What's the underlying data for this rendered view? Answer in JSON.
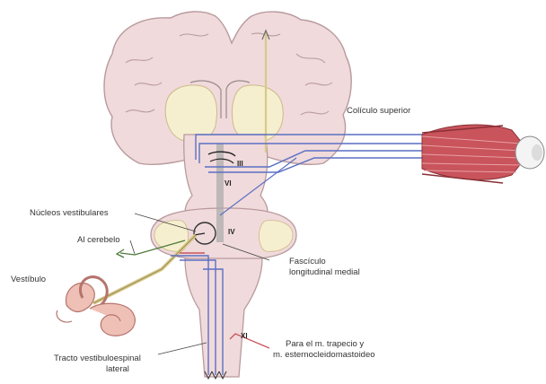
{
  "labels": {
    "coliculo_superior": "Colículo superior",
    "nucleos_vestibulares": "Núcleos vestibulares",
    "al_cerebelo": "Al cerebelo",
    "vestibulo": "Vestíbulo",
    "fasciculo_l1": "Fascículo",
    "fasciculo_l2": "longitudinal medial",
    "tracto_l1": "Tracto vestibuloespinal",
    "tracto_l2": "lateral",
    "trapecio_l1": "Para el m. trapecio y",
    "trapecio_l2": "m. esternocleidomastoideo"
  },
  "nuclei": {
    "iii": "III",
    "iv": "IV",
    "vi": "VI",
    "xi": "XI"
  },
  "colors": {
    "brain": "#f0dadb",
    "brain_outline": "#b99a9e",
    "white_matter": "#f6efcf",
    "fibers": "#5b6fc4",
    "tract_yellow": "#d8c98a",
    "muscle": "#c9545c",
    "inner_ear": "#eec0b6"
  }
}
